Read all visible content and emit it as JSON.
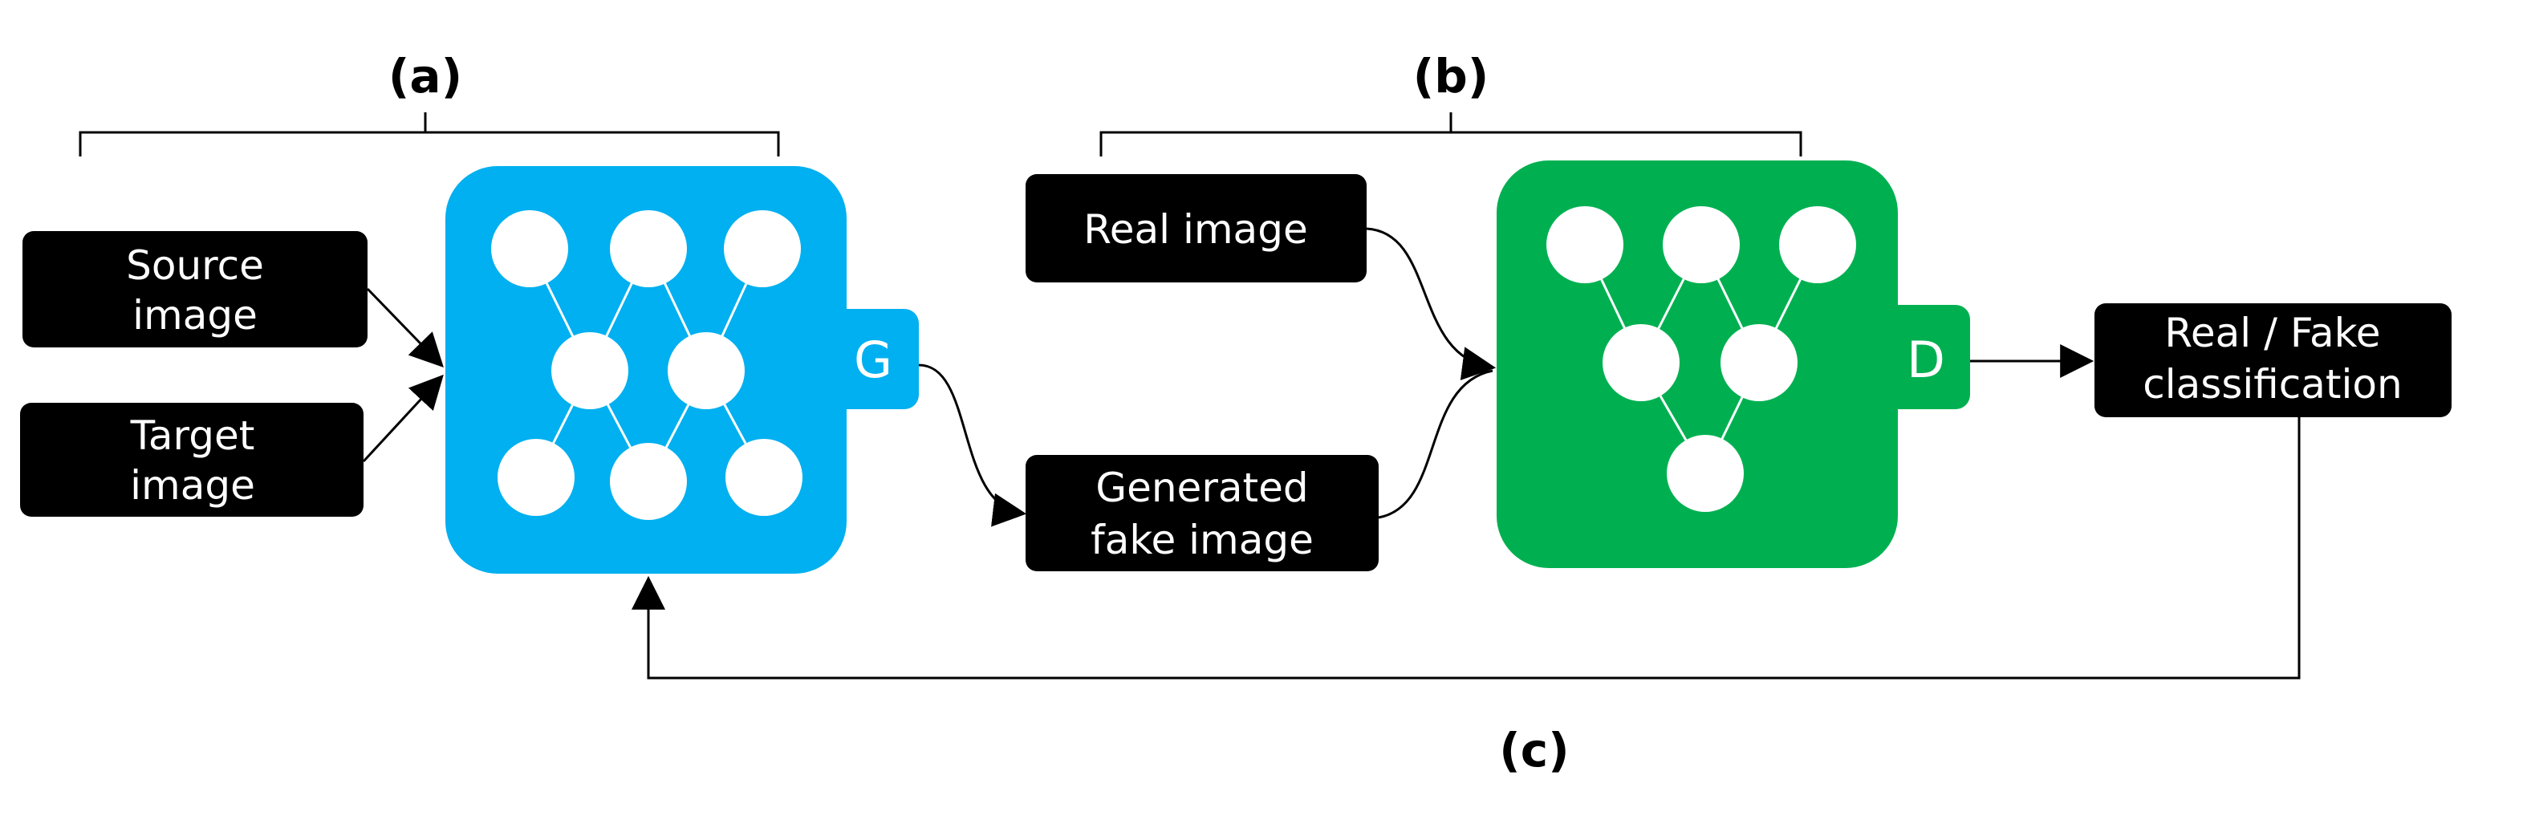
{
  "labels": {
    "a": "(a)",
    "b": "(b)",
    "c": "(c)"
  },
  "boxes": {
    "source_image": [
      "Source",
      "image"
    ],
    "target_image": [
      "Target",
      "image"
    ],
    "real_image": [
      "Real image"
    ],
    "generated_fake_image": [
      "Generated",
      "fake image"
    ],
    "classification": [
      "Real / Fake",
      "classification"
    ]
  },
  "generator": {
    "tab_label": "G",
    "color": "#00b0f0"
  },
  "discriminator": {
    "tab_label": "D",
    "color": "#00b050"
  }
}
